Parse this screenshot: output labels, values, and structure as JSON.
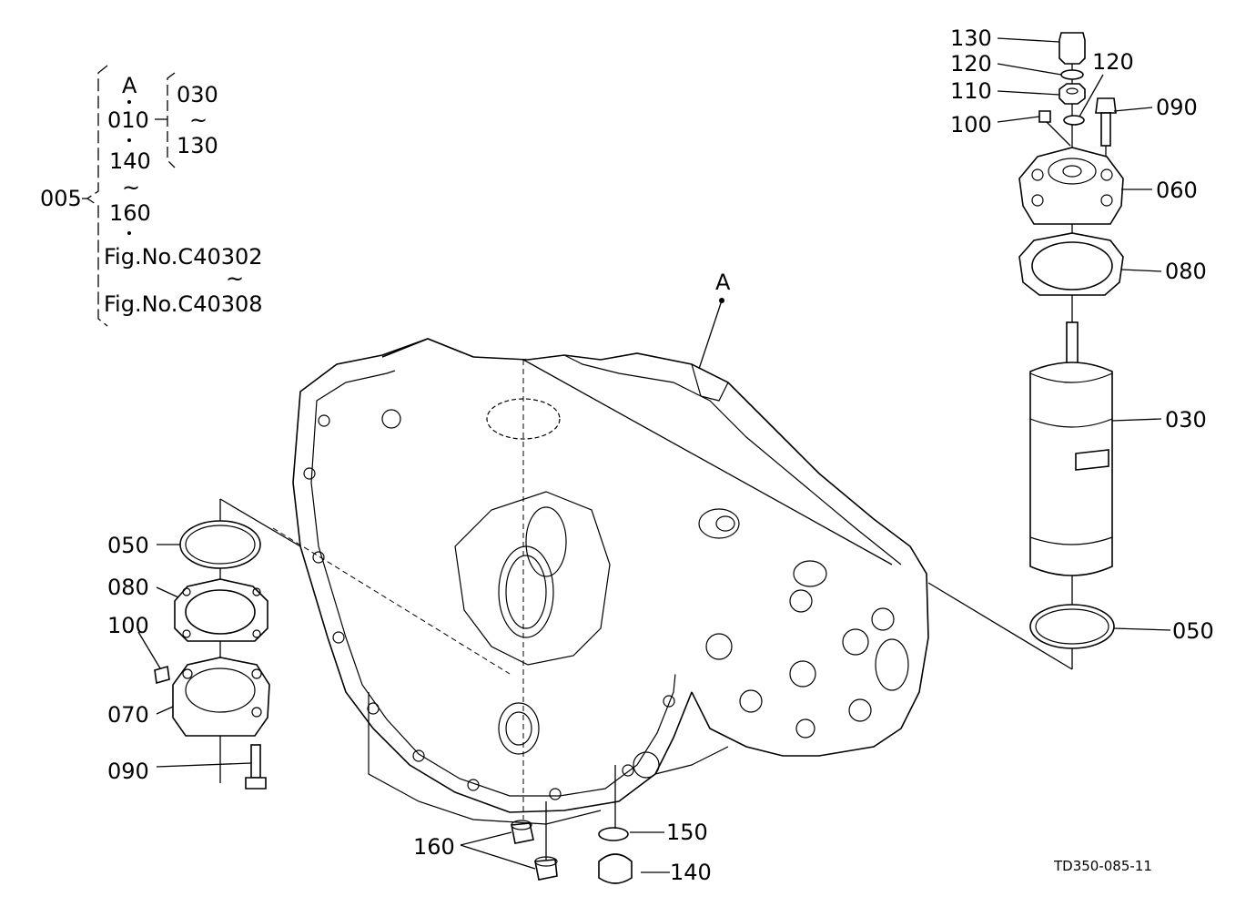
{
  "legend": {
    "assembly": "005",
    "ref_a": "A",
    "range_start": "010",
    "sub_start": "030",
    "tilde": "~",
    "sub_end": "130",
    "range2_start": "140",
    "range2_end": "160",
    "fig_start": "Fig.No.C40302",
    "fig_end": "Fig.No.C40308"
  },
  "callouts": {
    "p130": "130",
    "p120a": "120",
    "p120b": "120",
    "p110": "110",
    "p100_top": "100",
    "p090_top": "090",
    "p060": "060",
    "p080_right": "080",
    "p030": "030",
    "p050_right": "050",
    "ref_a_main": "A",
    "p050_left": "050",
    "p080_left": "080",
    "p100_left": "100",
    "p070": "070",
    "p090_left": "090",
    "p160": "160",
    "p150": "150",
    "p140": "140"
  },
  "drawing_code": "TD350-085-11"
}
